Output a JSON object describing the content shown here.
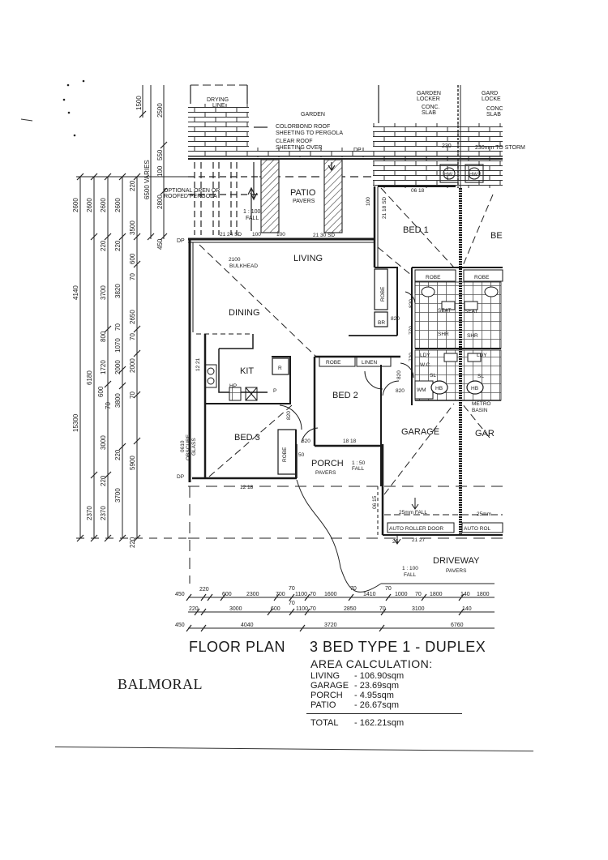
{
  "title": {
    "plan": "FLOOR PLAN",
    "type": "3 BED TYPE 1 - DUPLEX",
    "project": "BALMORAL"
  },
  "area_calculation": {
    "heading": "AREA CALCULATION:",
    "rows": [
      {
        "label": "LIVING",
        "value": "- 106.90sqm"
      },
      {
        "label": "GARAGE",
        "value": "- 23.69sqm"
      },
      {
        "label": "PORCH",
        "value": "- 4.95sqm"
      },
      {
        "label": "PATIO",
        "value": "- 26.67sqm"
      }
    ],
    "total_label": "TOTAL",
    "total_value": "- 162.21sqm"
  },
  "rooms": {
    "drying_line": [
      "DRYING",
      "LINE"
    ],
    "garden": "GARDEN",
    "garden_locker": [
      "GARDEN",
      "LOCKER",
      "CONC.",
      "SLAB"
    ],
    "garden_locker_2": [
      "GARD",
      "LOCKE",
      "CONC",
      "SLAB"
    ],
    "colorbond": [
      "COLORBOND ROOF",
      "SHEETING TO PERGOLA"
    ],
    "clear_roof": [
      "CLEAR ROOF",
      "SHEETING OVER"
    ],
    "optional_pergola": [
      "OPTIONAL OPEN OR",
      "ROOFED PERGOLA"
    ],
    "patio": "PATIO",
    "patio_sub": "PAVERS",
    "patio_fall": [
      "1 : 100",
      "FALL"
    ],
    "living": "LIVING",
    "bulkhead": [
      "2100",
      "BULKHEAD"
    ],
    "dining": "DINING",
    "kit": "KIT",
    "hp": "HP",
    "r": "R",
    "p": "P",
    "bed1": "BED 1",
    "bed1b": "BE",
    "bed2": "BED 2",
    "bed3": "BED 3",
    "robe": "ROBE",
    "linen": "LINEN",
    "br": "BR",
    "shr": "SHR",
    "seat": "SEAT",
    "ldy": "LDY",
    "wc": "W.C.",
    "sl": "SL",
    "wm": "WM",
    "hb": "HB",
    "hw": "HW",
    "metro_basin": [
      "METRO",
      "BASIN"
    ],
    "garage": "GARAGE",
    "garage2": "GAR",
    "porch": "PORCH",
    "porch_sub": "PAVERS",
    "porch_fall": [
      "1 : 50",
      "FALL"
    ],
    "driveway": "DRIVEWAY",
    "driveway_sub": "PAVERS",
    "driveway_fall": [
      "1 : 100",
      "FALL"
    ],
    "auto_roller_door": "AUTO ROLLER DOOR",
    "auto_roller_door_2": "AUTO ROL",
    "fall_25mm": "25mm FALL",
    "fall_25mm_2": "25mm",
    "obscure_glass": [
      "0610",
      "OBSCURE",
      "GLASS"
    ],
    "dp": "DP",
    "to_storm": "230mm TO STORM",
    "dim_230": "230"
  },
  "window_codes": {
    "w2124": "21 24 SD",
    "w2130": "21 30 SD",
    "w2118": "21 18 SD",
    "w0618": "06 18",
    "w1221": "12 21",
    "w1218": "12 18",
    "w1818": "18 18",
    "w0615": "06 15",
    "w2127": "21 27",
    "d100a": "100",
    "d100b": "100",
    "d100c": "100",
    "d820a": "820",
    "d820b": "820",
    "d820c": "820",
    "d820d": "820",
    "d820e": "820",
    "d820f": "820",
    "d770": "770",
    "d720": "720",
    "d50": "50",
    "d25": "25"
  },
  "dims_left": {
    "c1": [
      "2600",
      "4140",
      "15300"
    ],
    "c2": [
      "2600",
      "6180",
      "2370"
    ],
    "c3": [
      "2600",
      "220",
      "3700",
      "800",
      "1720",
      "600",
      "70",
      "3000",
      "220",
      "2370"
    ],
    "c4": [
      "2600",
      "220",
      "3820",
      "70",
      "1070",
      "2000",
      "3800",
      "220",
      "3700"
    ],
    "c5": [
      "220",
      "3500",
      "600",
      "70",
      "2650",
      "70",
      "2000",
      "70",
      "5900",
      "220"
    ],
    "c6": [
      "6500 VARIES",
      "1500"
    ],
    "c7": [
      "2500",
      "550",
      "100",
      "2800",
      "450"
    ]
  },
  "dims_bottom": {
    "row1": [
      "450",
      "220",
      "600",
      "2300",
      "700",
      "70",
      "1100",
      "70",
      "1600",
      "70",
      "1410",
      "70",
      "1000",
      "70",
      "1800",
      "140",
      "1800"
    ],
    "row2": [
      "220",
      "3000",
      "600",
      "70",
      "1100",
      "70",
      "2850",
      "70",
      "3100",
      "140"
    ],
    "row3": [
      "450",
      "4040",
      "3720",
      "6760"
    ]
  }
}
